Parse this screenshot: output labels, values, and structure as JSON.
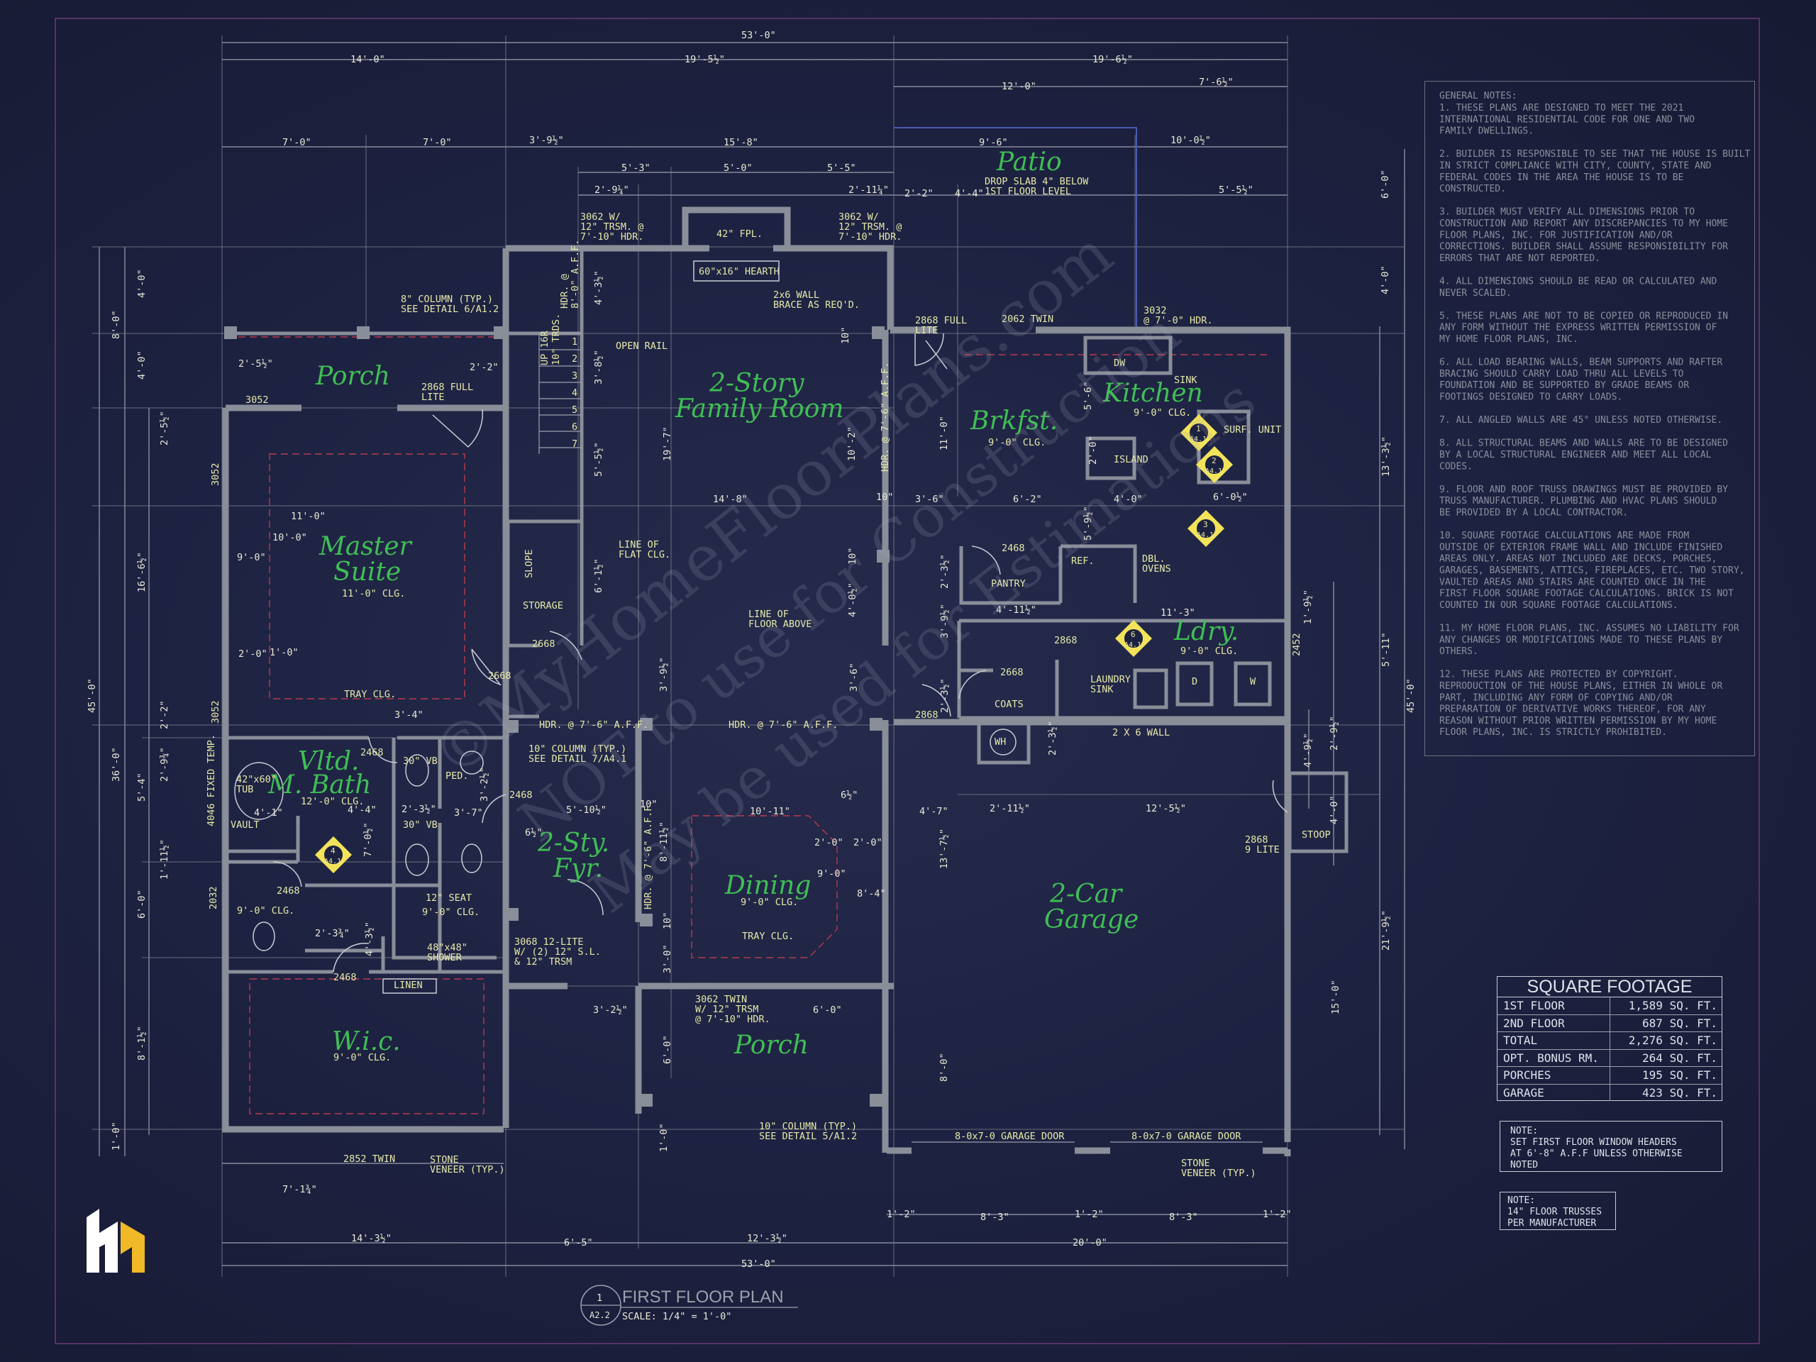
{
  "sheet": {
    "title": "FIRST FLOOR PLAN",
    "scale": "SCALE: 1/4\" = 1'-0\"",
    "ref_num": "1",
    "ref_sheet": "A2.2"
  },
  "rooms": {
    "porch_front": "Porch",
    "master_suite_l1": "Master",
    "master_suite_l2": "Suite",
    "family_l1": "2-Story",
    "family_l2": "Family Room",
    "brkfst": "Brkfst.",
    "kitchen": "Kitchen",
    "patio": "Patio",
    "vltd_bath_l1": "Vltd.",
    "vltd_bath_l2": "M. Bath",
    "foyer_l1": "2-Sty.",
    "foyer_l2": "Fyr.",
    "dining": "Dining",
    "ldry": "Ldry.",
    "garage_l1": "2-Car",
    "garage_l2": "Garage",
    "wic": "W.i.c.",
    "porch_entry": "Porch"
  },
  "labels": {
    "patio_note_1": "DROP SLAB 4\" BELOW",
    "patio_note_2": "1ST FLOOR LEVEL",
    "fpl": "42\" FPL.",
    "hearth": "60\"x16\" HEARTH",
    "w3062a_1": "3062 W/",
    "w3062a_2": "12\" TRSM. @",
    "w3062a_3": "7'-10\" HDR.",
    "w3062b_1": "3062 W/",
    "w3062b_2": "12\" TRSM. @",
    "w3062b_3": "7'-10\" HDR.",
    "wall2x6_1": "2x6 WALL",
    "wall2x6_2": "BRACE AS REQ'D.",
    "full2868_1": "2868 FULL",
    "full2868_2": "LITE",
    "twin2062": "2062 TWIN",
    "hdr3032_1": "3032",
    "hdr3032_2": "@ 7'-0\" HDR.",
    "col8_1": "8\" COLUMN (TYP.)",
    "col8_2": "SEE DETAIL 6/A1.2",
    "up_1": "UP 16R",
    "up_2": "10\" TRDS.",
    "hdr_stair_1": "HDR. @",
    "hdr_stair_2": "8'-0\" A.F.F.",
    "open_rail": "OPEN RAIL",
    "porch_2868_1": "2868 FULL",
    "porch_2868_2": "LITE",
    "w3052_top": "3052",
    "w3052_side": "3052",
    "w3052_side2": "3052",
    "dw": "DW",
    "sink": "SINK",
    "kitchen_clg": "9'-0\" CLG.",
    "surf_unit": "SURF. UNIT",
    "island": "ISLAND",
    "brkfst_clg": "9'-0\" CLG.",
    "hdr_aff_vert": "HDR. @ 7'-6\" A.F.F.",
    "master_clg": "11'-0\" CLG.",
    "tray_clg": "TRAY CLG.",
    "slope": "SLOPE",
    "storage": "STORAGE",
    "line_flat_1": "LINE OF",
    "line_flat_2": "FLAT CLG.",
    "pantry": "PANTRY",
    "ref": "REF.",
    "dbl_ovens_1": "DBL.",
    "dbl_ovens_2": "OVENS",
    "d2468a": "2468",
    "line_floor_1": "LINE OF",
    "line_floor_2": "FLOOR ABOVE",
    "d2668a": "2668",
    "d2668b": "2668",
    "d2868a": "2868",
    "d2668c": "2668",
    "coats": "COATS",
    "laundry_sink_1": "LAUNDRY",
    "laundry_sink_2": "SINK",
    "ldry_clg": "9'-0\" CLG.",
    "dryer": "D",
    "washer": "W",
    "w2452": "2452",
    "hdr_aff_1": "HDR. @ 7'-6\" A.F.F.",
    "hdr_aff_2": "HDR. @ 7'-6\" A.F.F.",
    "d2868b": "2868",
    "wh": "WH",
    "wall_2x6": "2 X 6 WALL",
    "col10a_1": "10\" COLUMN (TYP.)",
    "col10a_2": "SEE DETAIL 7/A4.1",
    "tub_1": "42\"x60\"",
    "tub_2": "TUB",
    "fixed_temp": "4046 FIXED TEMP.",
    "vault": "VAULT",
    "bath_clg": "12'-0\" CLG.",
    "vb_1": "30\" VB",
    "vb_2": "30\" VB",
    "ped": "PED.",
    "d2468b": "2468",
    "d2468c": "2468",
    "d2468d": "2468",
    "d2468e": "2468",
    "w2032": "2032",
    "seat": "12\" SEAT",
    "shower_clg": "9'-0\" CLG.",
    "shower_1": "48\"x48\"",
    "shower_2": "SHOWER",
    "linen": "LINEN",
    "toilet_clg": "9'-0\" CLG.",
    "hdr_aff_vert2": "HDR. @ 7'-6\" A.F.F.",
    "dining_clg": "9'-0\" CLG.",
    "dining_tray": "TRAY CLG.",
    "d3068_1": "3068 12-LITE",
    "d3068_2": "W/ (2) 12\" S.L.",
    "d3068_3": "& 12\" TRSM",
    "twin3062_1": "3062 TWIN",
    "twin3062_2": "W/ 12\" TRSM",
    "twin3062_3": "@ 7'-10\" HDR.",
    "wic_clg": "9'-0\" CLG.",
    "d2868c_1": "2868",
    "d2868c_2": "9 LITE",
    "stoop": "STOOP",
    "gdoor1": "8-0x7-0 GARAGE DOOR",
    "gdoor2": "8-0x7-0 GARAGE DOOR",
    "col10b_1": "10\" COLUMN (TYP.)",
    "col10b_2": "SEE DETAIL 5/A1.2",
    "twin2852": "2852 TWIN",
    "stone_1a": "STONE",
    "stone_1b": "VENEER (TYP.)",
    "stone_2a": "STONE",
    "stone_2b": "VENEER (TYP.)"
  },
  "markers": {
    "m1_num": "1",
    "m1_sheet": "A4.1",
    "m2_num": "2",
    "m2_sheet": "A4.1",
    "m3_num": "3",
    "m3_sheet": "A4.1",
    "m4_num": "4",
    "m4_sheet": "A4.1",
    "m6_num": "6",
    "m6_sheet": "A4.1"
  },
  "stair_steps": [
    "1",
    "2",
    "3",
    "4",
    "5",
    "6",
    "7"
  ],
  "dimensions": {
    "top_overall": "53'-0\"",
    "top_a": "14'-0\"",
    "top_b": "19'-5½\"",
    "top_c": "19'-6½\"",
    "top_d": "12'-0\"",
    "top_e": "7'-6½\"",
    "r3_a": "7'-0\"",
    "r3_b": "7'-0\"",
    "r3_c": "3'-9½\"",
    "r3_d": "15'-8\"",
    "r3_e": "9'-6\"",
    "r3_f": "10'-0½\"",
    "r4_a": "5'-3\"",
    "r4_b": "5'-0\"",
    "r4_c": "5'-5\"",
    "r5_a": "2'-9¼\"",
    "r5_b": "2'-11¼\"",
    "r5_c": "2'-2\"",
    "r5_d": "4'-4\"",
    "r5_e": "5'-5½\"",
    "vr_a": "6'-0\"",
    "vr_b": "4'-0\"",
    "porch_w": "2'-5½\"",
    "porch_w2": "2'-2\"",
    "left_a": "4'-0\"",
    "left_b": "8'-0\"",
    "left_c": "4'-0\"",
    "left_d": "2'-5½\"",
    "left_e": "16'-6½\"",
    "left_f": "45'-0\"",
    "left_g": "2'-2\"",
    "left_h": "2'-9¾\"",
    "left_i": "36'-0\"",
    "left_j": "5'-4\"",
    "left_k": "1'-11½\"",
    "left_l": "6'-0\"",
    "left_m": "8'-1½\"",
    "left_n": "1'-0\"",
    "right_a": "13'-3½\"",
    "right_b": "5'-11\"",
    "right_c": "45'-0\"",
    "right_d": "21'-9½\"",
    "right_e": "15'-0\"",
    "right_f": "1'-9½\"",
    "right_g": "4'-9½\"",
    "right_h": "2'-9½\"",
    "right_i": "4'-0\"",
    "m_11": "11'-0\"",
    "m_10": "10'-0\"",
    "m_9": "9'-0\"",
    "m_2": "2'-0\"",
    "m_1": "1'-0\"",
    "m_34": "3'-4\"",
    "st_a": "4'-3½\"",
    "st_b": "3'-8½\"",
    "st_c": "5'-5½\"",
    "st_d": "6'-1½\"",
    "st_e": "3'-9½\"",
    "fam_h": "19'-7\"",
    "fam_w": "14'-8\"",
    "fam_10": "10'-2\"",
    "k_10": "10\"",
    "k_10b": "10\"",
    "k_11": "11'-0\"",
    "k_36": "3'-6\"",
    "k_62": "6'-2\"",
    "k_40": "4'-0\"",
    "k_56": "5'-6\"",
    "k_20": "2'-0\"",
    "k_60": "6'-0½\"",
    "k_59": "5'-9½\"",
    "k_23": "2'-3½\"",
    "pan_411": "4'-11½\"",
    "ld_113": "11'-3\"",
    "ld_39": "3'-9½\"",
    "ld_36": "3'-6\"",
    "ld_23": "2'-3½\"",
    "ld_40": "4'-0½\"",
    "ld_10": "10\"",
    "wh_23": "2'-3½\"",
    "bath_41": "4'-1\"",
    "bath_44": "4'-4\"",
    "bath_23": "2'-3½\"",
    "bath_37": "3'-7\"",
    "bath_32": "3'-2½\"",
    "bath_70": "7'-0½\"",
    "bath_23b": "2'-3¾\"",
    "bath_43": "4'-3½\"",
    "bath_6": "6½\"",
    "fy_510": "5'-10½\"",
    "fy_10": "10\"",
    "fy_811": "8'-11½\"",
    "dn_1011": "10'-11\"",
    "dn_6": "6½\"",
    "dn_20a": "2'-0\"",
    "dn_20b": "2'-0\"",
    "dn_90": "9'-0\"",
    "dn_84": "8'-4\"",
    "dn_10": "10\"",
    "dn_30": "3'-0\"",
    "dn_32": "3'-2½\"",
    "dn_60": "6'-0\"",
    "dn_60b": "6'-0\"",
    "dn_10b": "1'-0\"",
    "g_47": "4'-7\"",
    "g_211": "2'-11½\"",
    "g_125": "12'-5½\"",
    "g_137": "13'-7½\"",
    "g_80": "8'-0\"",
    "bot_a": "7'-1¾\"",
    "bot_b": "14'-3½\"",
    "bot_c": "6'-5\"",
    "bot_d": "12'-3½\"",
    "bot_e": "20'-0\"",
    "bot_overall": "53'-0\"",
    "g_12a": "1'-2\"",
    "g_83a": "8'-3\"",
    "g_12b": "1'-2\"",
    "g_83b": "8'-3\"",
    "g_12c": "1'-2\""
  },
  "general_notes": {
    "title": "GENERAL NOTES:",
    "lines": [
      "1. THESE PLANS ARE DESIGNED TO MEET THE 2021",
      "INTERNATIONAL RESIDENTIAL CODE FOR ONE AND TWO",
      "FAMILY DWELLINGS.",
      "",
      "2. BUILDER IS RESPONSIBLE TO SEE THAT THE HOUSE IS BUILT",
      "IN STRICT COMPLIANCE WITH CITY, COUNTY, STATE AND",
      "FEDERAL CODES IN THE AREA THE HOUSE IS TO BE",
      "CONSTRUCTED.",
      "",
      "3. BUILDER MUST VERIFY ALL DIMENSIONS PRIOR TO",
      "CONSTRUCTION AND REPORT ANY DISCREPANCIES TO MY HOME",
      "FLOOR PLANS, INC. FOR JUSTIFICATION AND/OR",
      "CORRECTIONS. BUILDER SHALL ASSUME RESPONSIBILITY FOR",
      "ERRORS THAT ARE NOT REPORTED.",
      "",
      "4. ALL DIMENSIONS SHOULD BE READ OR CALCULATED AND",
      "NEVER SCALED.",
      "",
      "5. THESE PLANS ARE NOT TO BE COPIED OR REPRODUCED IN",
      "ANY FORM WITHOUT THE EXPRESS WRITTEN PERMISSION OF",
      "MY HOME FLOOR PLANS, INC.",
      "",
      "6. ALL LOAD BEARING WALLS, BEAM SUPPORTS AND RAFTER",
      "BRACING SHOULD CARRY LOAD THRU ALL LEVELS TO",
      "FOUNDATION AND BE SUPPORTED BY GRADE BEAMS OR",
      "FOOTINGS DESIGNED TO CARRY LOADS.",
      "",
      "7. ALL ANGLED WALLS ARE 45° UNLESS NOTED OTHERWISE.",
      "",
      "8. ALL STRUCTURAL BEAMS AND WALLS ARE TO BE DESIGNED",
      "BY A LOCAL STRUCTURAL ENGINEER AND MEET ALL LOCAL",
      "CODES.",
      "",
      "9. FLOOR AND ROOF TRUSS DRAWINGS MUST BE PROVIDED BY",
      "TRUSS MANUFACTURER. PLUMBING AND HVAC PLANS SHOULD",
      "BE PROVIDED BY A LOCAL CONTRACTOR.",
      "",
      "10. SQUARE FOOTAGE CALCULATIONS ARE MADE FROM",
      "OUTSIDE OF EXTERIOR FRAME WALL AND INCLUDE FINISHED",
      "AREAS ONLY. AREAS NOT INCLUDED ARE DECKS, PORCHES,",
      "GARAGES, BASEMENTS, ATTICS, FIREPLACES, ETC. TWO STORY,",
      "VAULTED AREAS AND STAIRS ARE COUNTED ONCE IN THE",
      "FIRST FLOOR SQUARE FOOTAGE CALCULATIONS. BRICK IS NOT",
      "COUNTED IN OUR SQUARE FOOTAGE CALCULATIONS.",
      "",
      "11. MY HOME FLOOR PLANS, INC. ASSUMES NO LIABILITY FOR",
      "ANY CHANGES OR MODIFICATIONS MADE TO THESE PLANS BY",
      "OTHERS.",
      "",
      "12. THESE PLANS ARE PROTECTED BY COPYRIGHT.",
      "REPRODUCTION OF THE HOUSE PLANS, EITHER IN WHOLE OR",
      "PART, INCLUDING ANY FORM OF COPYING AND/OR",
      "PREPARATION OF DERIVATIVE WORKS THEREOF, FOR ANY",
      "REASON WITHOUT PRIOR WRITTEN PERMISSION BY MY HOME",
      "FLOOR PLANS, INC. IS STRICTLY PROHIBITED."
    ]
  },
  "square_footage": {
    "title": "SQUARE FOOTAGE",
    "rows": [
      {
        "name": "1ST FLOOR",
        "value": "1,589 SQ. FT."
      },
      {
        "name": "2ND FLOOR",
        "value": "687 SQ. FT."
      },
      {
        "name": "TOTAL",
        "value": "2,276 SQ. FT."
      },
      {
        "name": "OPT. BONUS RM.",
        "value": "264 SQ. FT."
      },
      {
        "name": "PORCHES",
        "value": "195 SQ. FT."
      },
      {
        "name": "GARAGE",
        "value": "423 SQ. FT."
      }
    ]
  },
  "note_headers": {
    "title": "NOTE:",
    "line1": "SET FIRST FLOOR WINDOW HEADERS",
    "line2": "AT 6'-8\" A.F.F UNLESS OTHERWISE NOTED"
  },
  "note_trusses": {
    "title": "NOTE:",
    "line1": "14\" FLOOR TRUSSES",
    "line2": "PER MANUFACTURER"
  },
  "watermark": {
    "line1": "©MyHomeFloorPlans.com",
    "line2": "NOT to use for Construction",
    "line3": "May be used for Estimations"
  },
  "colors": {
    "background": "#1d2140",
    "walls": "#8a8e99",
    "room_label": "#3fbe55",
    "annotation": "#e6e9a8",
    "marker": "#f2e35a",
    "logo_white": "#ffffff",
    "logo_gold": "#f0b928"
  }
}
